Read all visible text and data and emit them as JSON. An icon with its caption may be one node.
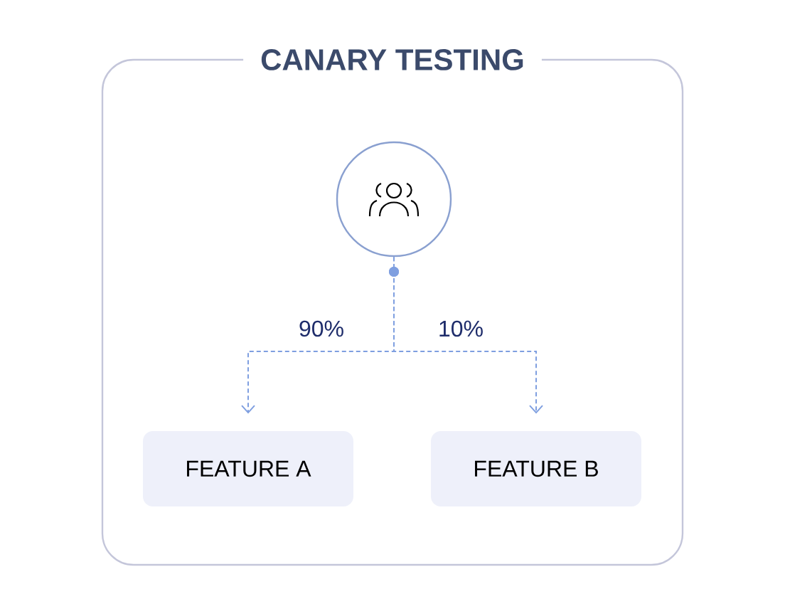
{
  "diagram": {
    "nodes": [
      {
        "text": [
          "CANARY TESTING"
        ]
      },
      {
        "text": [],
        "shape": "circle",
        "in": 0
      },
      {
        "text": [
          "FEATURE A"
        ],
        "in": 0
      },
      {
        "text": [
          "FEATURE B"
        ],
        "in": 0
      }
    ],
    "edges": [
      {
        "from": 1,
        "to": 2,
        "arrow": "to",
        "label": "90%",
        "style": "dashed"
      },
      {
        "from": 1,
        "to": 3,
        "arrow": "to",
        "label": "10%",
        "style": "dashed"
      }
    ]
  }
}
